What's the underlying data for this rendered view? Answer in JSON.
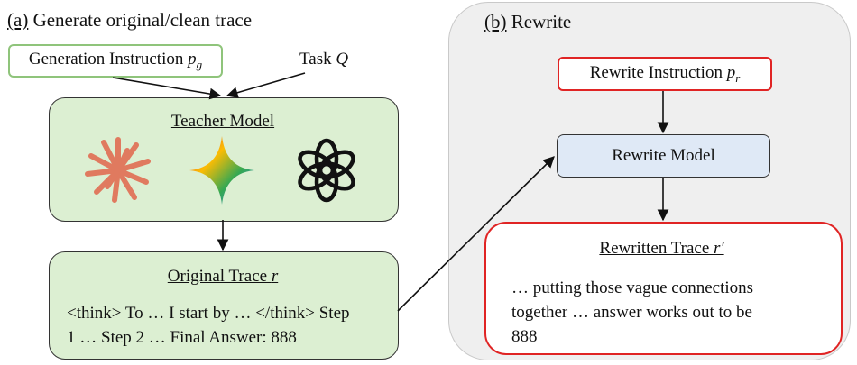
{
  "panel_a": {
    "label_prefix": "(a)",
    "label_text": " Generate original/clean trace",
    "generation_instruction": {
      "text": "Generation Instruction ",
      "sym": "p",
      "sub": "g"
    },
    "task": {
      "text": "Task ",
      "sym": "Q"
    },
    "teacher_model": {
      "title": "Teacher Model",
      "icons": [
        "claude-starburst-icon",
        "gemini-sparkle-icon",
        "openai-knot-icon"
      ]
    },
    "original_trace": {
      "title": "Original Trace ",
      "title_sym": "r",
      "line1": "<think> To … I start by … </think> Step",
      "line2": "1 … Step 2 … Final Answer: 888"
    }
  },
  "panel_b": {
    "label_prefix": "(b)",
    "label_text": " Rewrite",
    "rewrite_instruction": {
      "text": "Rewrite Instruction ",
      "sym": "p",
      "sub": "r"
    },
    "rewrite_model": "Rewrite Model",
    "rewritten_trace": {
      "title": "Rewritten Trace ",
      "title_sym": "r′",
      "line1": "… putting those vague connections",
      "line2": "together … answer works out to be",
      "line3": "888"
    }
  },
  "colors": {
    "green_fill": "#dcefd2",
    "green_border": "#8fc47b",
    "blue_fill": "#dfe9f6",
    "red_border": "#e02424",
    "panel_bg": "#efefef",
    "claude_orange": "#e07a5f"
  }
}
